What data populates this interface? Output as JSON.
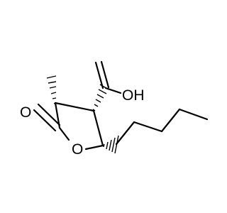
{
  "molecule": {
    "atoms": {
      "carbonyl_oxygen": "O",
      "ring_oxygen": "O",
      "hydroxyl": "OH"
    }
  },
  "colors": {
    "bond": "#000000",
    "label": "#000000",
    "background": "#ffffff"
  }
}
